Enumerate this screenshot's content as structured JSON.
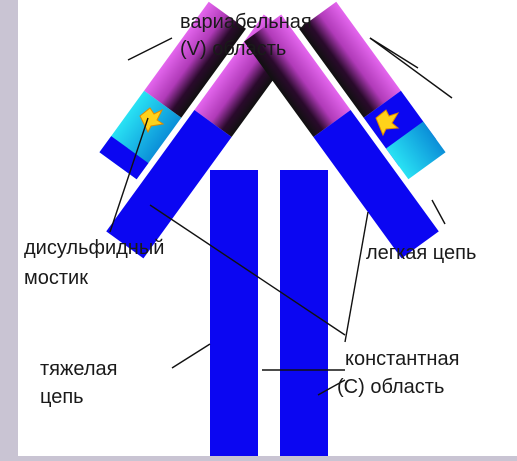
{
  "labels": {
    "variable_line1": "вариабельная",
    "variable_line2": "(V) область",
    "disulfide_line1": "дисульфидный",
    "disulfide_line2": "мостик",
    "light_chain": "легкая цепь",
    "heavy_line1": "тяжелая",
    "heavy_line2": "цепь",
    "constant_line1": "константная",
    "constant_line2": "(С) область"
  },
  "colors": {
    "heavy_chain": "#0b06f2",
    "light_constant": "#19d4ea",
    "variable_region": "#e05be8",
    "disulfide_bridge": "#ffd21a",
    "background": "#ffffff",
    "border": "#c9c4d3"
  }
}
